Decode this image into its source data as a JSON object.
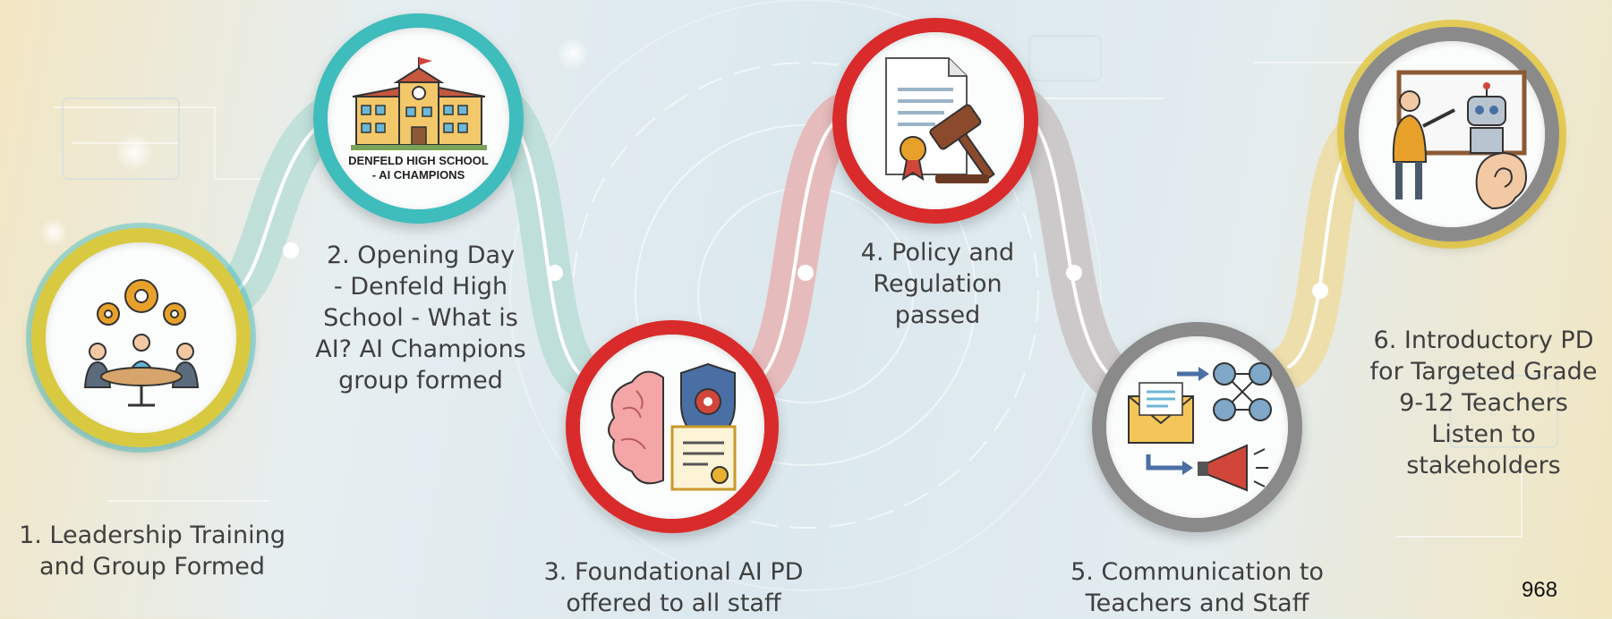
{
  "steps": [
    {
      "label_lines": [
        "1. Leadership Training",
        "and Group Formed"
      ],
      "icon": "team-meeting-gears-icon",
      "ring_color": "#d9c940"
    },
    {
      "label_lines": [
        "2. Opening Day",
        "- Denfeld High",
        "School - What is",
        "AI? AI Champions",
        "group formed"
      ],
      "icon": "school-building-icon",
      "ring_color": "#3fbcbc",
      "sign_lines": [
        "DENFELD HIGH SCHOOL",
        "- AI CHAMPIONS"
      ]
    },
    {
      "label_lines": [
        "3. Foundational AI PD",
        "offered to all staff"
      ],
      "icon": "brain-shield-certificate-icon",
      "ring_color": "#d92b2b"
    },
    {
      "label_lines": [
        "4. Policy and",
        "Regulation",
        "passed"
      ],
      "icon": "document-gavel-icon",
      "ring_color": "#d92b2b"
    },
    {
      "label_lines": [
        "5. Communication to",
        "Teachers and Staff"
      ],
      "icon": "envelope-network-megaphone-icon",
      "ring_color": "#8a8a8a"
    },
    {
      "label_lines": [
        "6. Introductory PD",
        "for Targeted Grade",
        "9-12 Teachers",
        "Listen to",
        "stakeholders"
      ],
      "icon": "teacher-robot-ear-icon",
      "ring_color": "#e3c12e"
    }
  ],
  "page_number": "968",
  "colors": {
    "teal": "#3fbcbc",
    "red": "#d92b2b",
    "gray": "#8a8a8a",
    "gold": "#e3c12e",
    "text": "#3f3f3f"
  }
}
